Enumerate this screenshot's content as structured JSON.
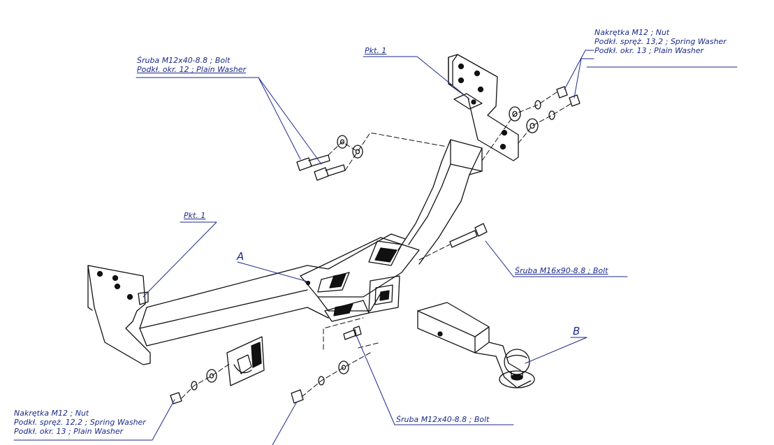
{
  "callouts": {
    "bolt_top": [
      "Śruba M12x40-8.8 ;  Bolt",
      "Podkł. okr. 12 ; Plain Washer"
    ],
    "nut_top_right": [
      "Nakrętka  M12 ; Nut",
      "Podkł. spręż. 13,2 ; Spring Washer",
      "Podkł. okr. 13 ; Plain Washer"
    ],
    "pkt1_top": "Pkt. 1",
    "pkt1_left": "Pkt. 1",
    "label_a": "A",
    "bolt_m16": "Śruba M16x90-8.8 ;  Bolt",
    "label_b": "B",
    "nut_bottom_left": [
      "Nakrętka  M12 ; Nut",
      "Podkł. spręż. 12,2 ; Spring Washer",
      "Podkł. okr. 13 ; Plain Washer"
    ],
    "bolt_bottom": "Śruba M12x40-8.8 ;  Bolt"
  },
  "colors": {
    "line": "#111111",
    "label": "#1b2a8a",
    "leader": "#1b2a8a"
  }
}
